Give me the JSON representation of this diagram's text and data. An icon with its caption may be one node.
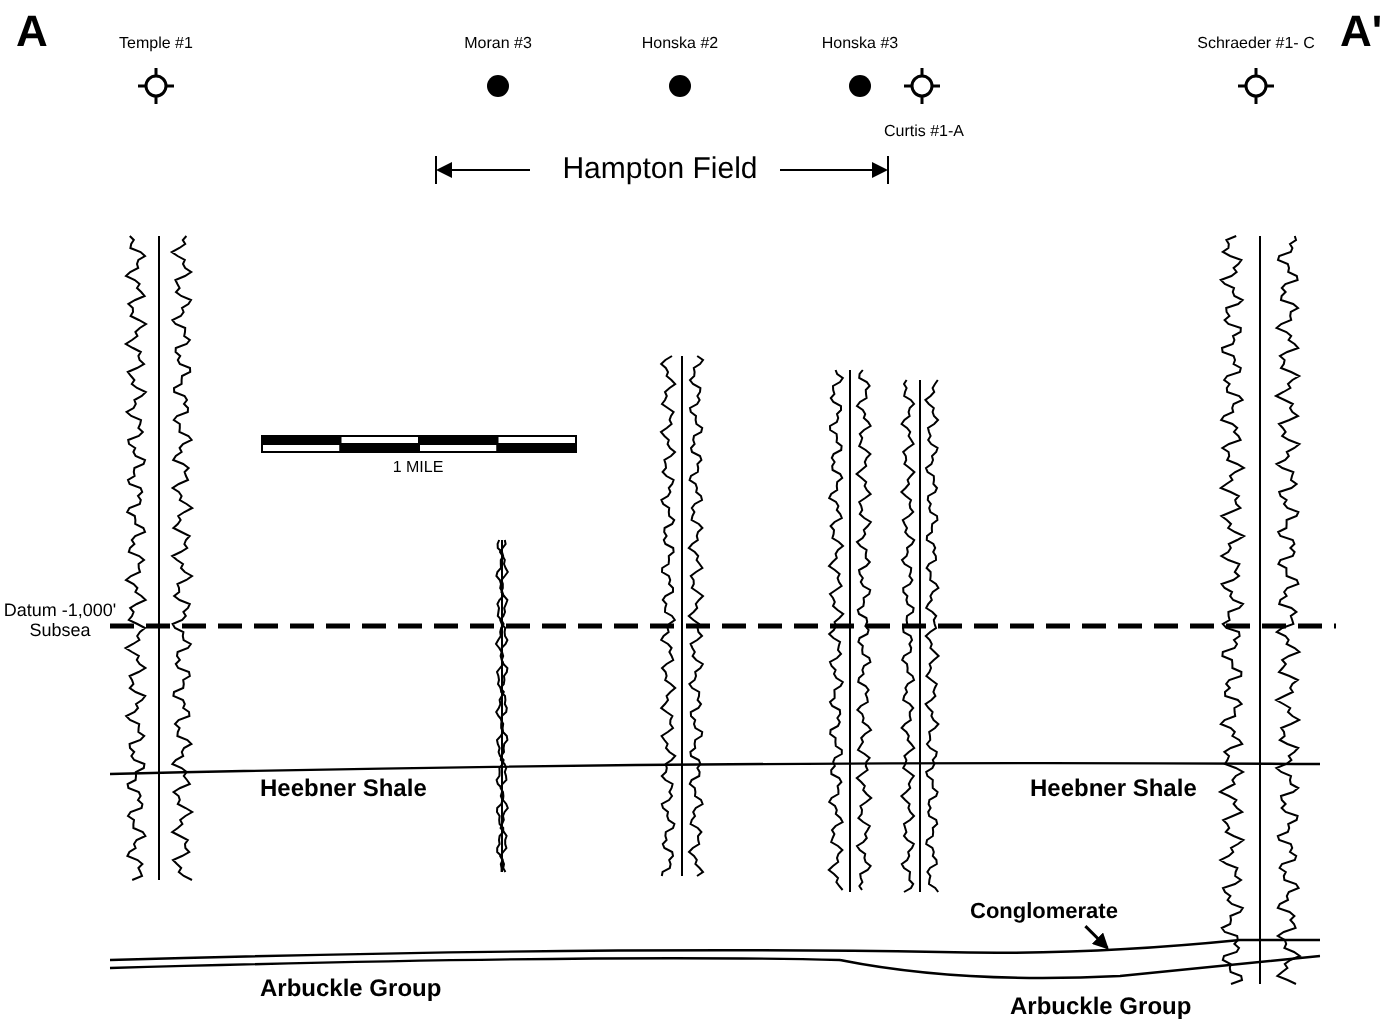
{
  "diagram": {
    "nodes": [
      {
        "text": [
          "Conglomerate"
        ]
      },
      {
        "text": [],
        "shape": "line"
      }
    ],
    "edges": [
      {
        "from": 0,
        "to": 1,
        "arrow": "to"
      }
    ],
    "labels": [
      "A",
      "Temple #1",
      "Moran #3",
      "Honska #2",
      "Honska #3",
      "Schraeder #1- C",
      "A'",
      "Curtis #1-A",
      "Hampton Field",
      "1 MILE",
      "Datum -1,000' Subsea",
      "Heebner Shale",
      "Heebner Shale",
      "Arbuckle Group",
      "Arbuckle Group"
    ]
  }
}
